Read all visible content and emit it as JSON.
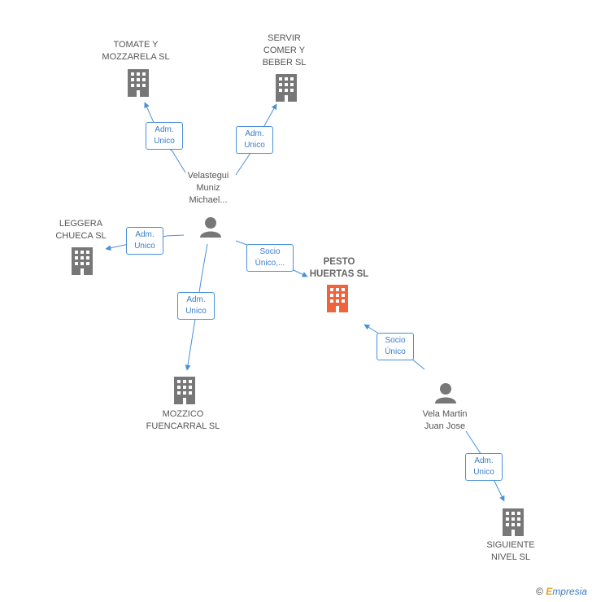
{
  "nodes": {
    "tomate": {
      "label": "TOMATE Y\nMOZZARELA SL",
      "type": "company"
    },
    "servir": {
      "label": "SERVIR\nCOMER Y\nBEBER SL",
      "type": "company"
    },
    "leggera": {
      "label": "LEGGERA\nCHUECA SL",
      "type": "company"
    },
    "pesto": {
      "label": "PESTO\nHUERTAS SL",
      "type": "company-main"
    },
    "mozzico": {
      "label": "MOZZICO\nFUENCARRAL SL",
      "type": "company"
    },
    "siguiente": {
      "label": "SIGUIENTE\nNIVEL SL",
      "type": "company"
    },
    "velastegui": {
      "label": "Velastegui\nMuniz\nMichael...",
      "type": "person"
    },
    "vela": {
      "label": "Vela Martin\nJuan Jose",
      "type": "person"
    }
  },
  "edges": {
    "e_tomate": {
      "label": "Adm.\nUnico"
    },
    "e_servir": {
      "label": "Adm.\nUnico"
    },
    "e_leggera": {
      "label": "Adm.\nUnico"
    },
    "e_pesto_v": {
      "label": "Socio\nÚnico,..."
    },
    "e_mozzico": {
      "label": "Adm.\nUnico"
    },
    "e_pesto_j": {
      "label": "Socio\nÚnico"
    },
    "e_siguiente": {
      "label": "Adm.\nUnico"
    }
  },
  "colors": {
    "edge": "#4a90d9",
    "company_icon": "#777777",
    "main_company_icon": "#f0643c",
    "person_icon": "#777777"
  },
  "watermark": {
    "symbol": "©",
    "brand_initial": "E",
    "brand_rest": "mpresia"
  }
}
